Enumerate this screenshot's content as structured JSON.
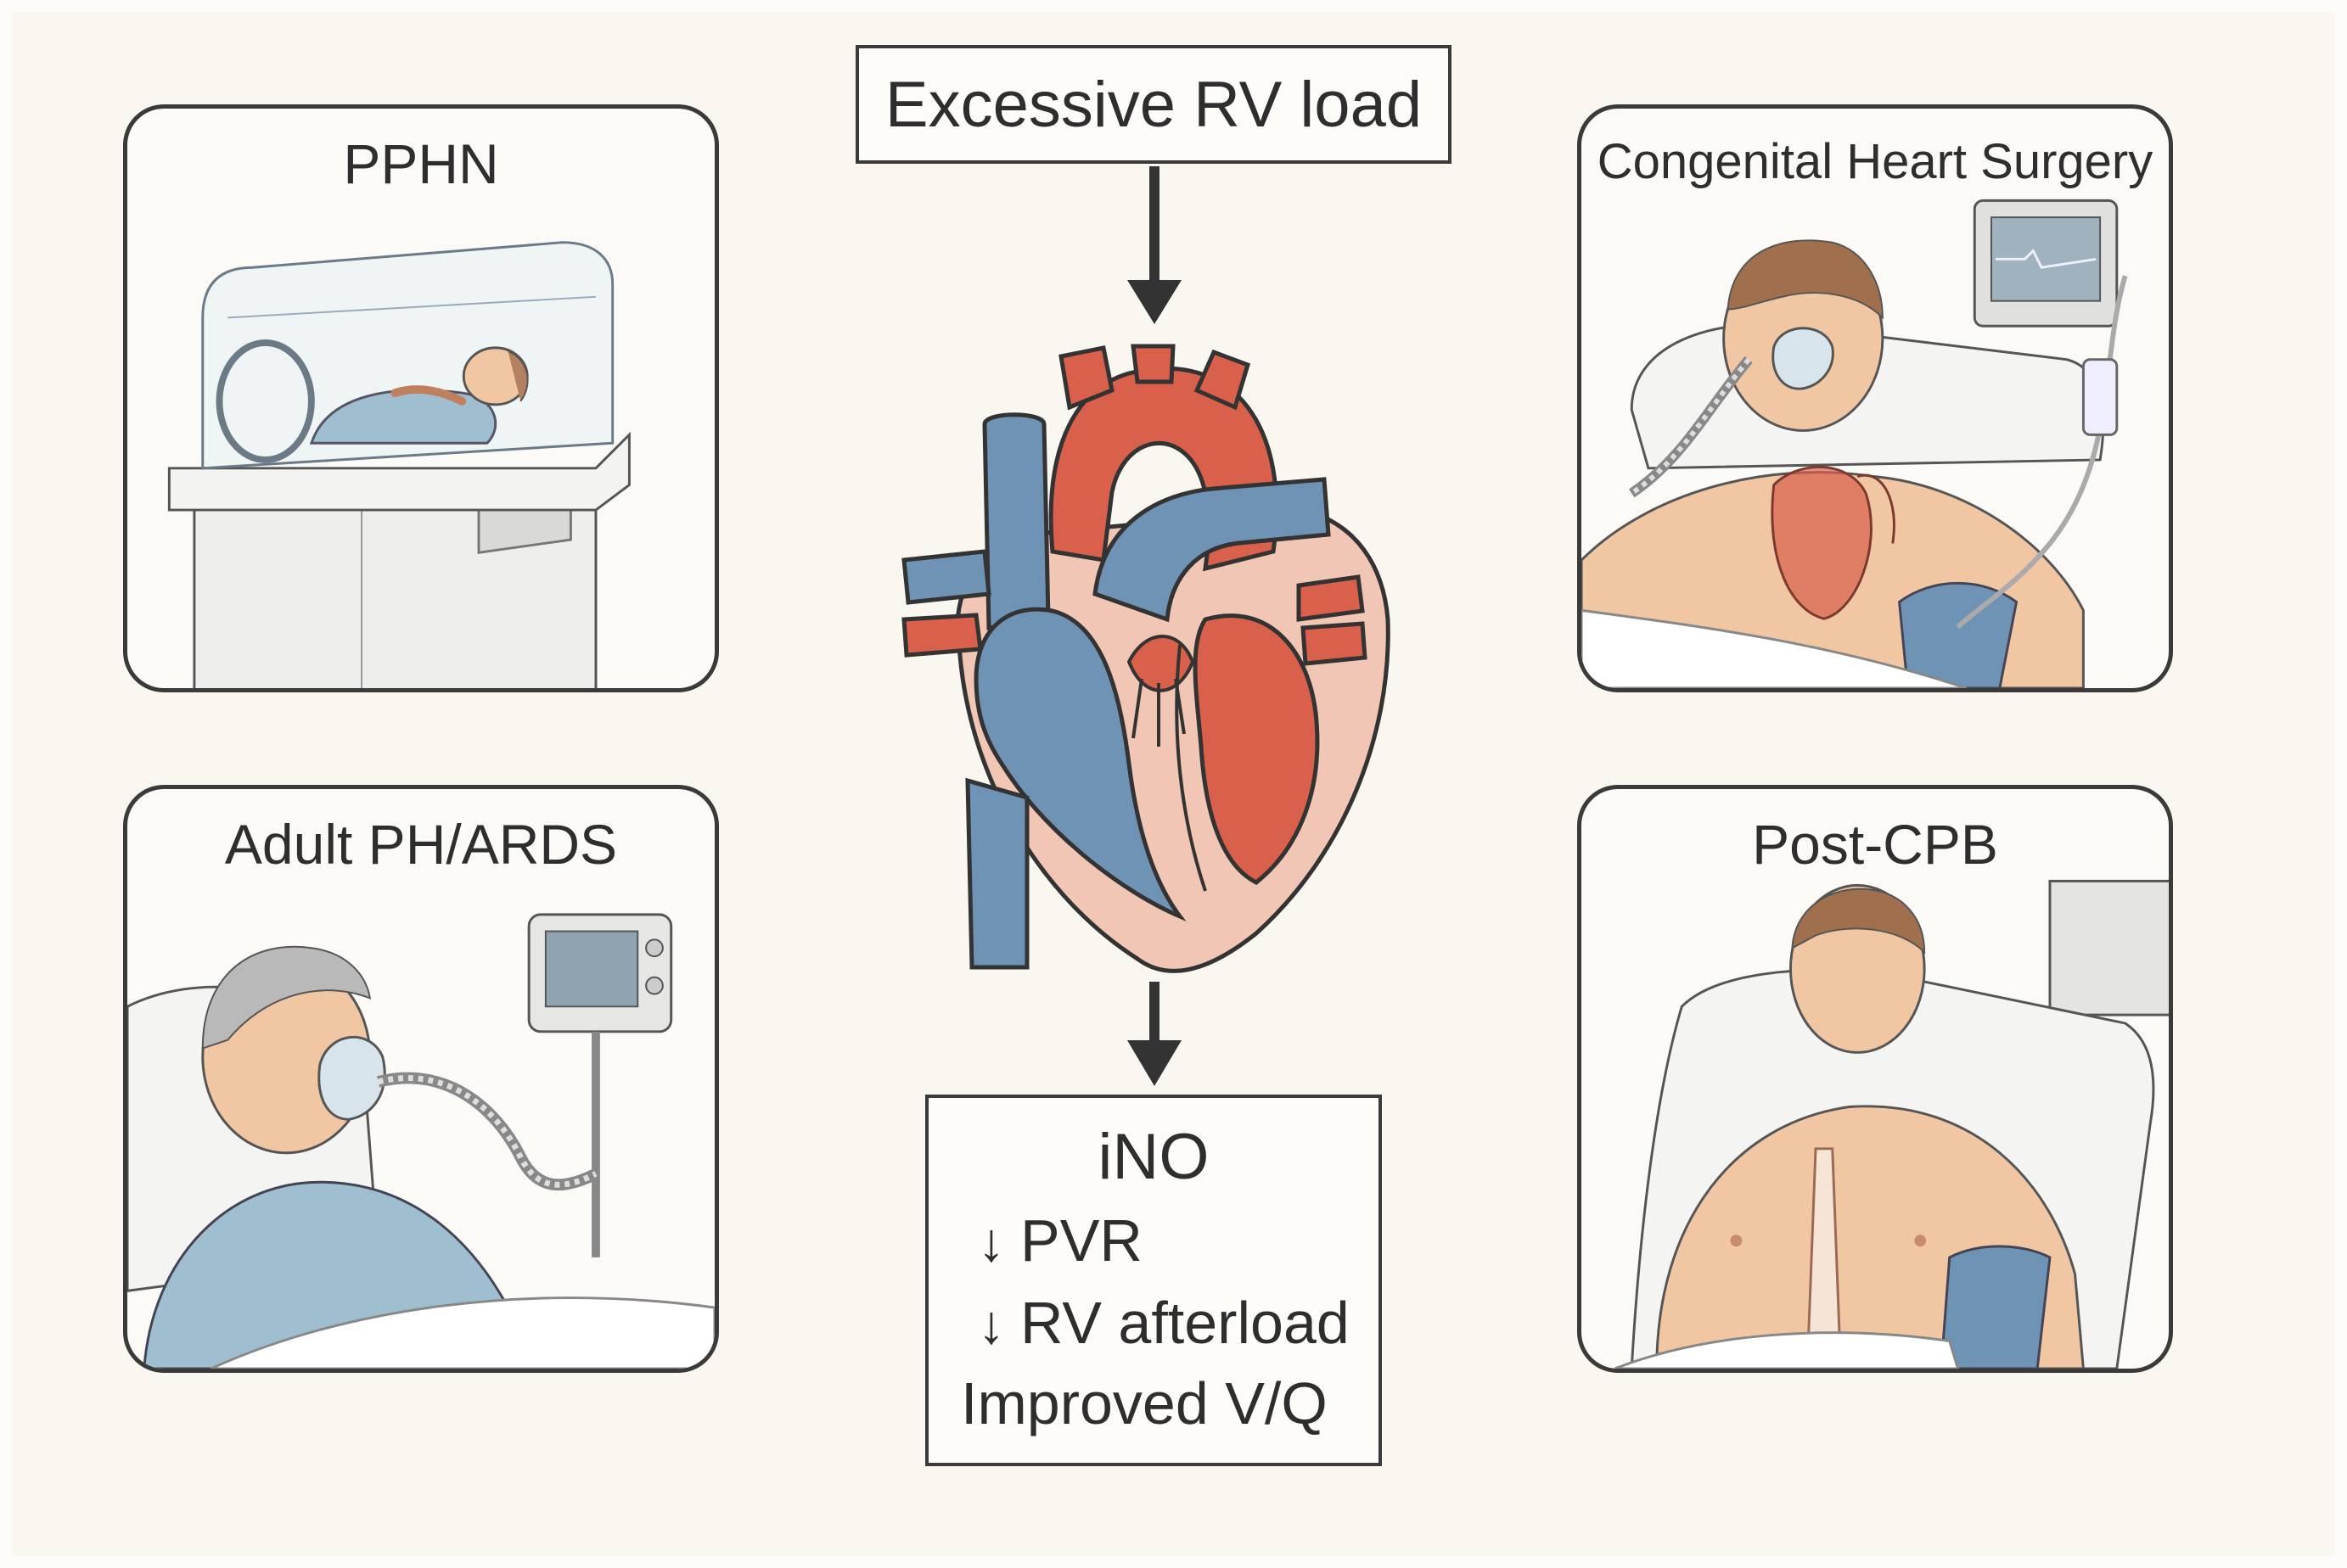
{
  "center": {
    "cause": "Excessive RV load",
    "treatment": {
      "title": "iNO",
      "effects": [
        {
          "arrow": "↓",
          "text": "PVR"
        },
        {
          "arrow": "↓",
          "text": "RV afterload"
        },
        {
          "arrow": "",
          "text": "Improved V/Q"
        }
      ]
    }
  },
  "panels": {
    "top_left": {
      "title": "PPHN"
    },
    "top_right": {
      "title": "Congenital Heart Surgery"
    },
    "bottom_left": {
      "title": "Adult PH/ARDS"
    },
    "bottom_right": {
      "title": "Post-CPB"
    }
  },
  "colors": {
    "oxygenated": "#d9604a",
    "deoxygenated": "#6f93b4",
    "myocardium": "#f2c6b4",
    "skin": "#f1c6a3",
    "gown": "#9fbfd0",
    "outline": "#3a3a3a"
  },
  "icons": [
    "incubator-icon",
    "heart-diagram-icon",
    "oxygen-mask-icon",
    "monitor-icon",
    "bp-cuff-icon"
  ]
}
